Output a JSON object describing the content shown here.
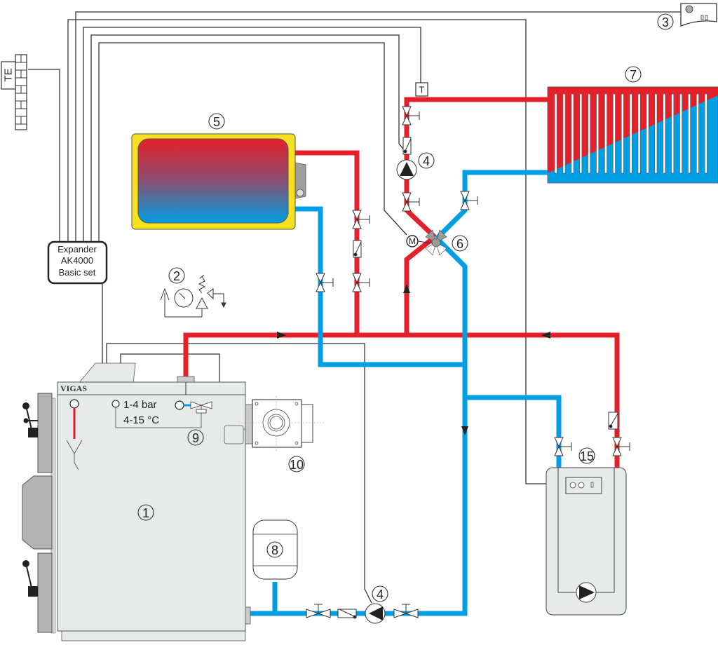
{
  "diagram": {
    "title": "Heating system schematic with VIGAS boiler",
    "colors": {
      "hot_pipe": "#e4202a",
      "cold_pipe": "#009fe3",
      "boiler_body": "#e8e9e9",
      "boiler_door": "#b3b3b3",
      "tank_shell": "#f7e11e",
      "wire": "#333333"
    },
    "components": [
      {
        "id": "1",
        "label": "1",
        "name": "boiler"
      },
      {
        "id": "2",
        "label": "2",
        "name": "safety-group"
      },
      {
        "id": "3",
        "label": "3",
        "name": "room-unit"
      },
      {
        "id": "4",
        "label": "4",
        "name": "circulation-pump"
      },
      {
        "id": "5",
        "label": "5",
        "name": "hot-water-tank"
      },
      {
        "id": "6",
        "label": "6",
        "name": "mixing-valve"
      },
      {
        "id": "7",
        "label": "7",
        "name": "radiator"
      },
      {
        "id": "8",
        "label": "8",
        "name": "expansion-vessel"
      },
      {
        "id": "9",
        "label": "9",
        "name": "thermostatic-valve"
      },
      {
        "id": "10",
        "label": "10",
        "name": "burner"
      },
      {
        "id": "15",
        "label": "15",
        "name": "secondary-boiler"
      }
    ],
    "boiler_brand": "VIGAS",
    "boiler_spec_line1": "1-4 bar",
    "boiler_spec_line2": "4-15 °C",
    "expander": {
      "line1": "Expander",
      "line2": "AK4000",
      "line3": "Basic set"
    },
    "outdoor_sensor_label": "TE",
    "temp_sensor_label": "T",
    "motor_label": "M"
  }
}
